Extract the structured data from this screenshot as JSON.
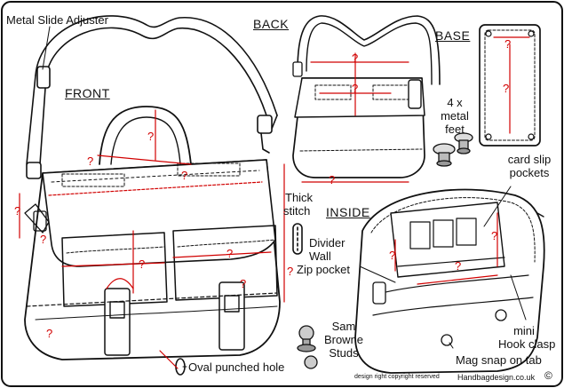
{
  "labels": {
    "metal_slide_adjuster": "Metal Slide Adjuster",
    "front": "FRONT",
    "back": "BACK",
    "base": "BASE",
    "inside": "INSIDE",
    "metal_feet_line1": "4 x",
    "metal_feet_line2": "metal",
    "metal_feet_line3": "feet",
    "card_slip_line1": "card slip",
    "card_slip_line2": "pockets",
    "thick_stitch_line1": "Thick",
    "thick_stitch_line2": "stitch",
    "divider_line1": "Divider",
    "divider_line2": "Wall",
    "divider_line3": "Zip pocket",
    "mini_hook_line1": "mini",
    "mini_hook_line2": "Hook clasp",
    "sam_browne_line1": "Sam",
    "sam_browne_line2": "Browne",
    "sam_browne_line3": "Studs",
    "oval_punched_hole": "Oval punched hole",
    "mag_snap": "Mag snap on tab",
    "copyright": "design right copyright reserved",
    "website": "Handbagdesign.co.uk",
    "copyright_symbol": "©"
  },
  "measure_mark": "?",
  "colors": {
    "outline": "#111111",
    "measure": "#d10000",
    "background": "#ffffff"
  }
}
